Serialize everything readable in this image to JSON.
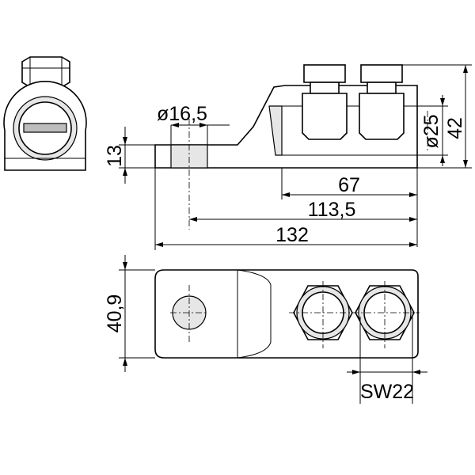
{
  "dimensions": {
    "hole_diameter": "ø16,5",
    "pin_height": "13",
    "body_diameter": "ø25",
    "total_height": "42",
    "screw_span": "67",
    "hole_to_end": "113,5",
    "total_length": "132",
    "width": "40,9",
    "wrench_size": "SW22"
  }
}
